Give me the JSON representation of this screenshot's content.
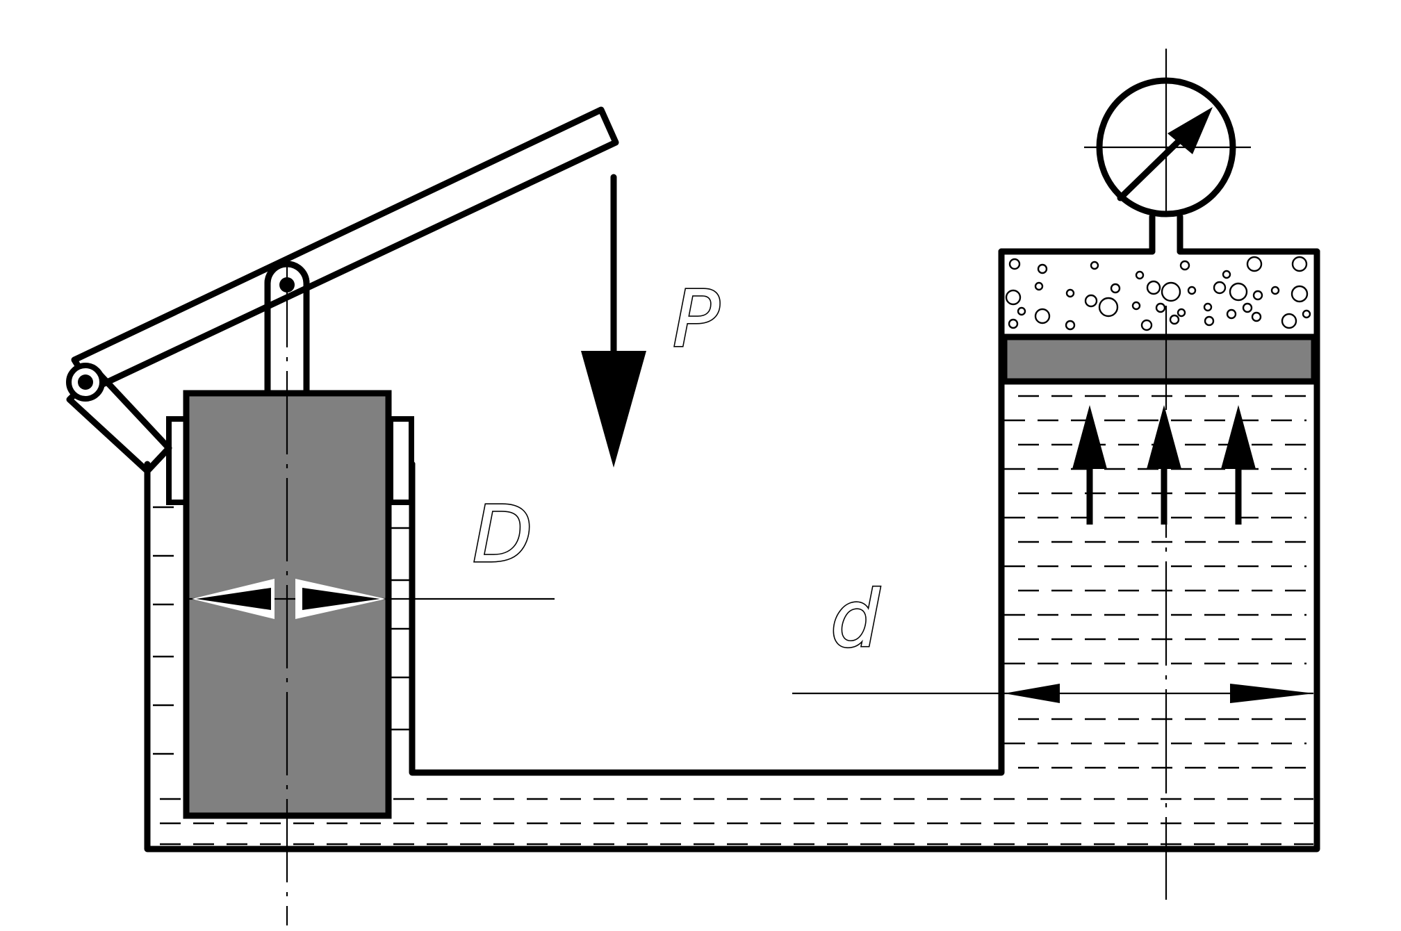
{
  "diagram": {
    "labels": {
      "force": "P",
      "large_diameter": "D",
      "small_diameter": "d"
    },
    "colors": {
      "line": "#000000",
      "piston_fill": "#808080",
      "background": "#ffffff"
    }
  }
}
